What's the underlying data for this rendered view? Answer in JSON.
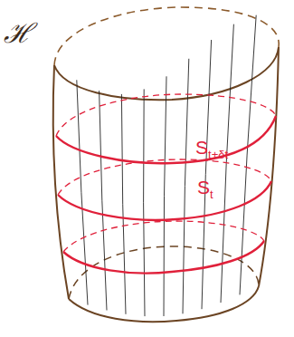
{
  "diagram": {
    "labels": [
      "ℋ",
      "St+δt",
      "St"
    ]
  }
}
